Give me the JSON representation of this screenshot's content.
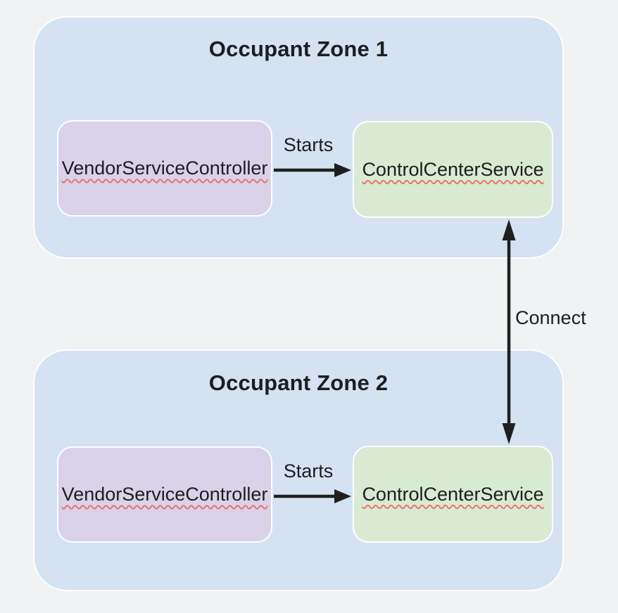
{
  "diagram": {
    "background": "#f1f2f4",
    "colors": {
      "zone_fill": "#d5e2f1",
      "controller_fill": "#d9d2e9",
      "service_fill": "#d9ead3",
      "arrow": "#1f1f1f",
      "text": "#1c1e21",
      "spellcheck_underline": "#e8756b"
    },
    "zones": [
      {
        "title": "Occupant Zone 1",
        "controller_label": "VendorServiceController",
        "service_label": "ControlCenterService",
        "edge_label": "Starts"
      },
      {
        "title": "Occupant Zone 2",
        "controller_label": "VendorServiceController",
        "service_label": "ControlCenterService",
        "edge_label": "Starts"
      }
    ],
    "connect_edge_label": "Connect"
  }
}
